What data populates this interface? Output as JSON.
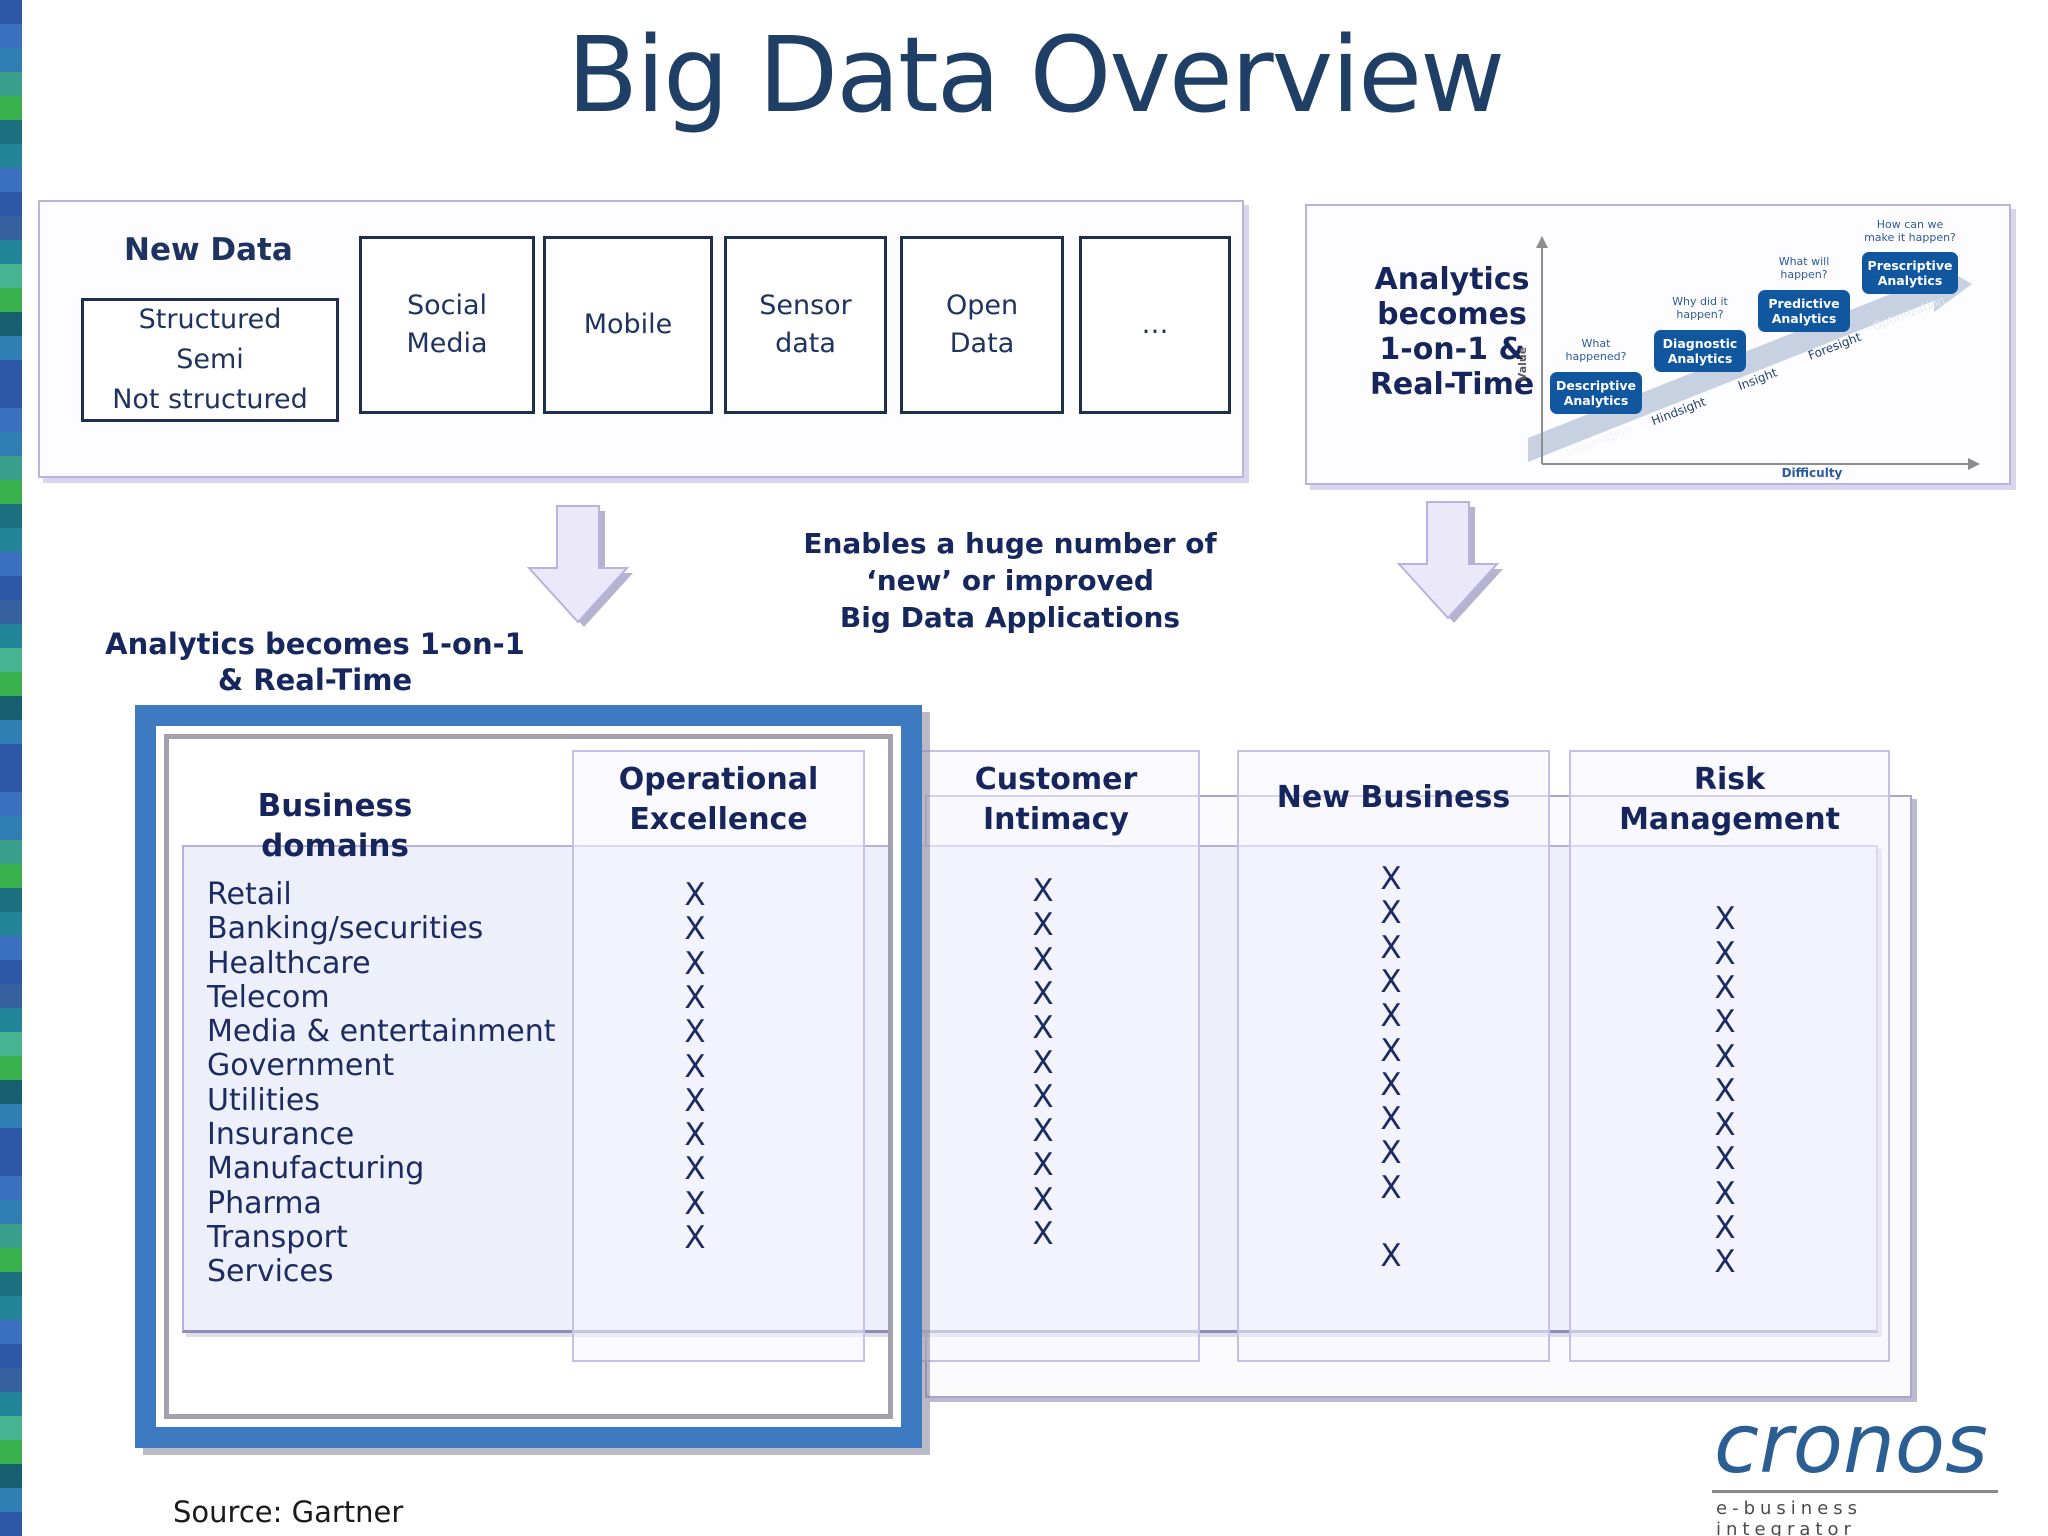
{
  "slide_title": "Big Data Overview",
  "left_strip": {
    "palette": [
      "#2d58a7",
      "#3a70bd",
      "#2f7fb5",
      "#3aa08c",
      "#38b14c",
      "#1b6f80",
      "#22859a",
      "#3a70bd",
      "#2d58a7",
      "#35629e",
      "#22859a",
      "#45b592",
      "#38b14c",
      "#155f6e",
      "#2f7fb5",
      "#2d58a7"
    ]
  },
  "new_data_panel": {
    "label": "New Data",
    "types_box": "Structured\nSemi\nNot structured",
    "sources": [
      "Social\nMedia",
      "Mobile",
      "Sensor\ndata",
      "Open\nData",
      "…"
    ]
  },
  "analytics_panel": {
    "label": "Analytics\nbecomes\n1-on-1 &\nReal-Time",
    "chart": {
      "y_axis_label": "Value",
      "x_axis_label": "Difficulty",
      "stages": [
        {
          "question_lines": [
            "What",
            "happened?"
          ],
          "box_lines": [
            "Descriptive",
            "Analytics"
          ]
        },
        {
          "question_lines": [
            "Why did it",
            "happen?"
          ],
          "box_lines": [
            "Diagnostic",
            "Analytics"
          ]
        },
        {
          "question_lines": [
            "What will",
            "happen?"
          ],
          "box_lines": [
            "Predictive",
            "Analytics"
          ]
        },
        {
          "question_lines": [
            "How can we",
            "make it happen?"
          ],
          "box_lines": [
            "Prescriptive",
            "Analytics"
          ]
        }
      ],
      "band_words": [
        "Information",
        "Hindsight",
        "Insight",
        "Foresight",
        "Optimization"
      ]
    }
  },
  "flow": {
    "left_arrow_label": "Analytics becomes 1-on-1\n& Real-Time",
    "middle_text": "Enables a huge number of\n‘new’ or improved\nBig Data Applications"
  },
  "matrix": {
    "row_header": "Business\ndomains",
    "mark_glyph": "X",
    "rows": [
      "Retail",
      "Banking/securities",
      "Healthcare",
      "Telecom",
      "Media & entertainment",
      "Government",
      "Utilities",
      "Insurance",
      "Manufacturing",
      "Pharma",
      "Transport",
      "Services"
    ],
    "columns": [
      {
        "label": "Operational\nExcellence",
        "marks": [
          1,
          1,
          1,
          1,
          1,
          1,
          1,
          1,
          1,
          1,
          1,
          0
        ]
      },
      {
        "label": "Customer\nIntimacy",
        "marks": [
          1,
          1,
          1,
          1,
          1,
          1,
          1,
          1,
          1,
          1,
          1,
          0
        ]
      },
      {
        "label": "New Business",
        "marks": [
          1,
          1,
          1,
          1,
          1,
          1,
          1,
          1,
          1,
          1,
          0,
          1
        ]
      },
      {
        "label": "Risk\nManagement",
        "marks": [
          0,
          1,
          1,
          1,
          1,
          1,
          1,
          1,
          1,
          1,
          1,
          1
        ]
      }
    ]
  },
  "footer": {
    "source": "Source: Gartner",
    "logo_name": "cronos",
    "logo_tagline": "e-business integrator"
  },
  "colors": {
    "highlight_frame": "#3e7ac2",
    "navy_text": "#1c2a5e",
    "stage_box_blue": "#1057a0",
    "panel_border": "#b9b4de"
  }
}
